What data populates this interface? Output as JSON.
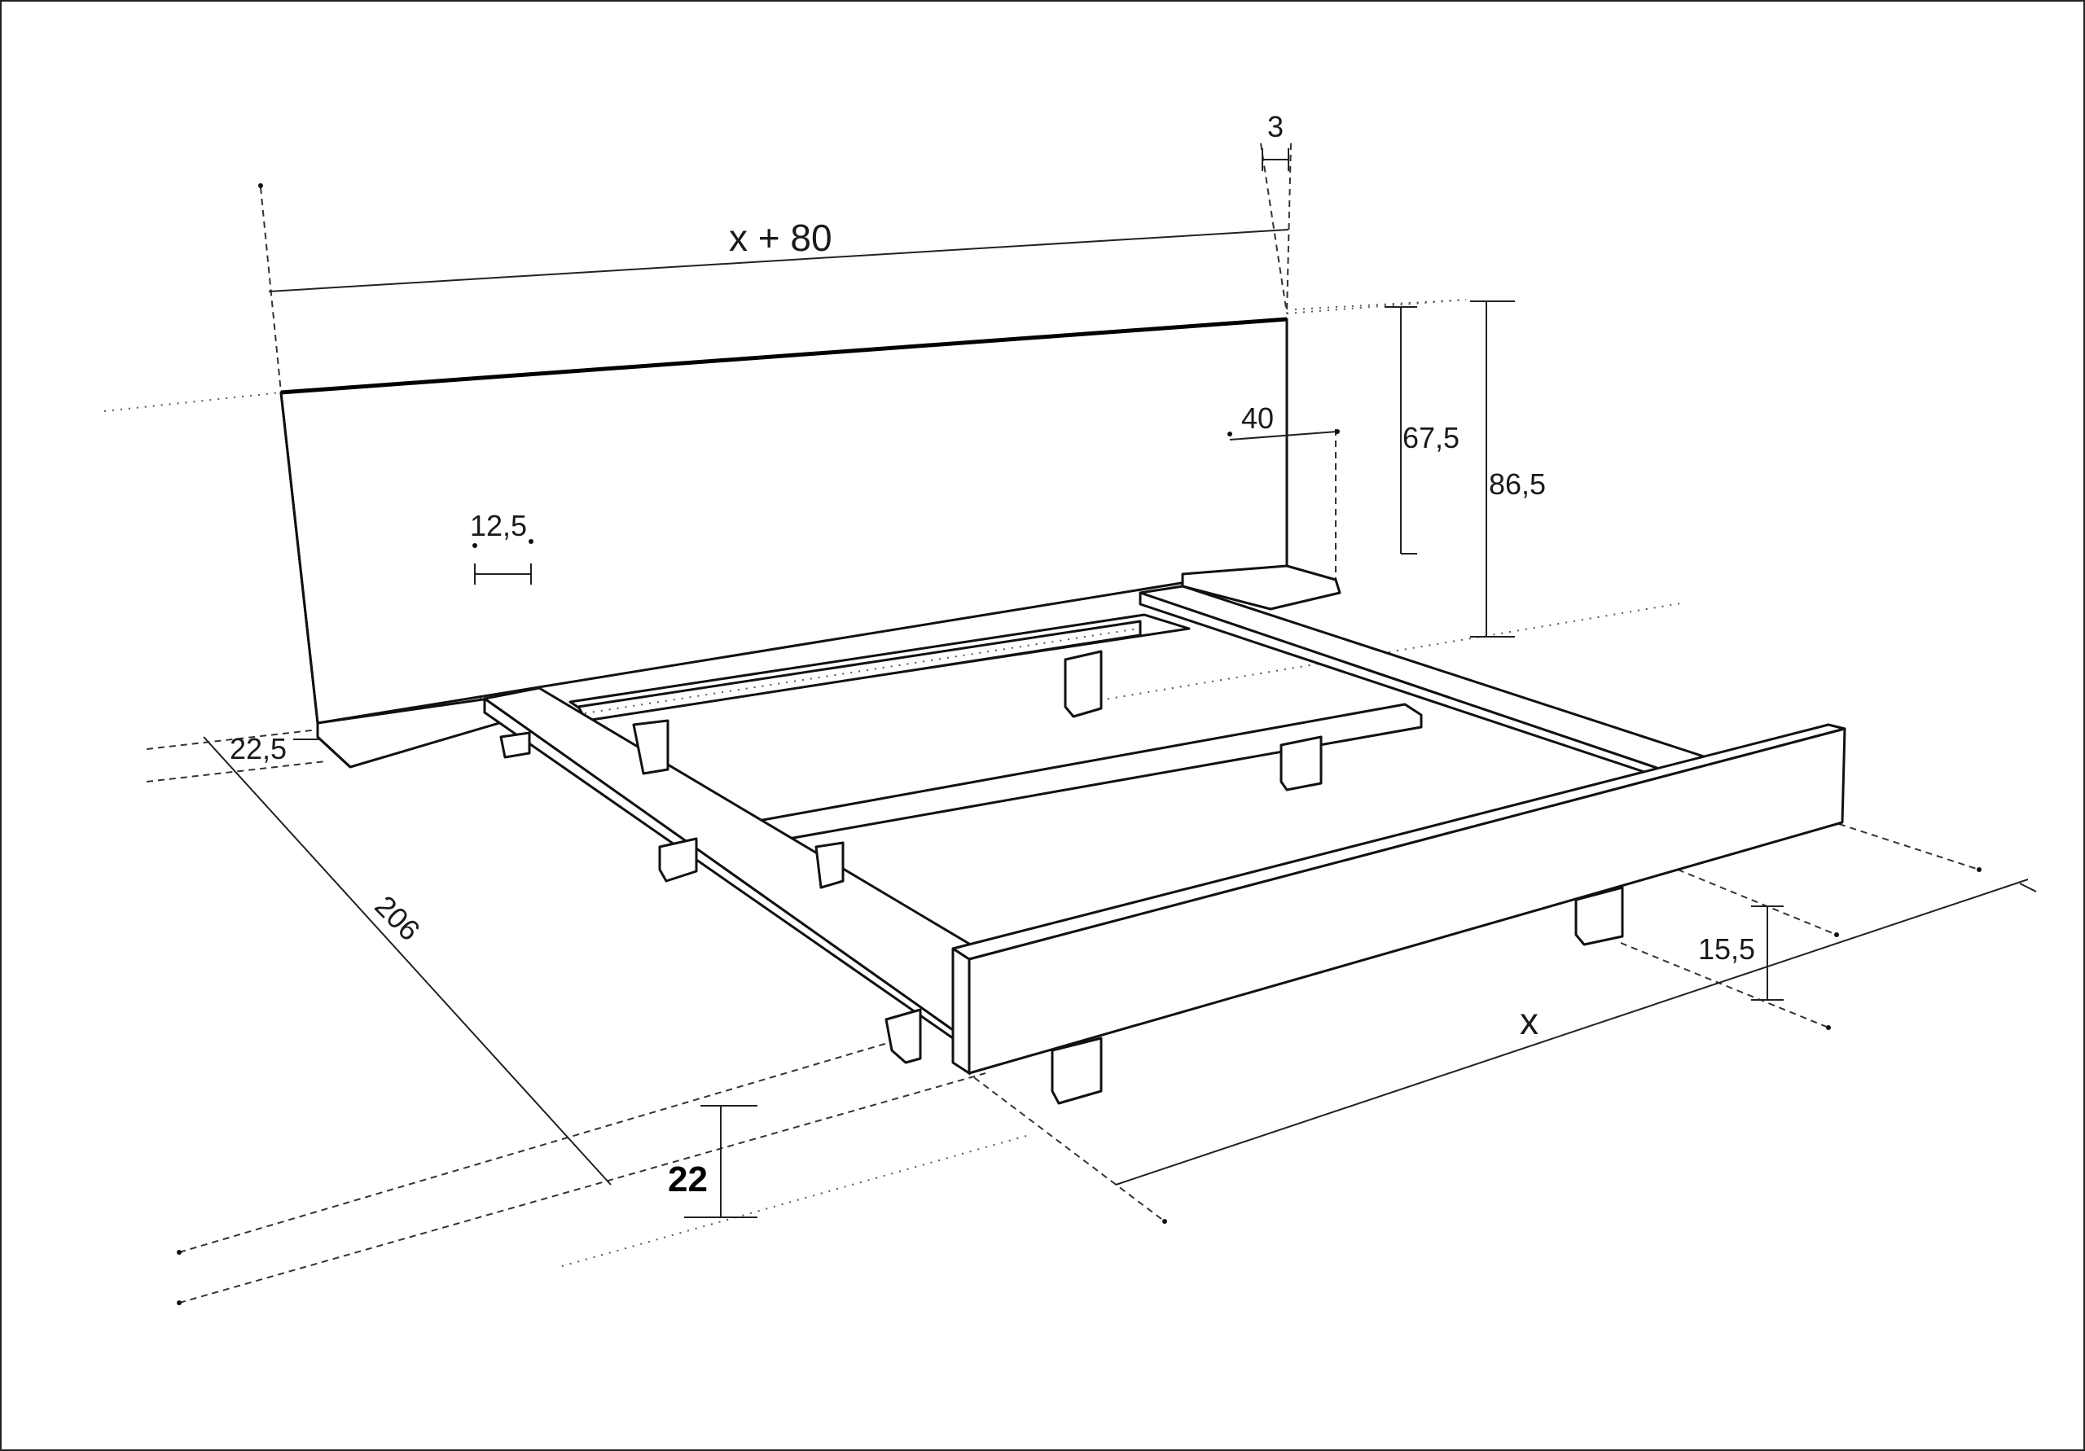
{
  "diagram": {
    "labels": {
      "headboard_width": "x + 80",
      "headboard_thickness": "3",
      "headboard_height": "67,5",
      "total_height": "86,5",
      "shelf_width": "40",
      "side_rail_width": "12,5",
      "shelf_depth": "22,5",
      "bed_length": "206",
      "bed_width": "x",
      "footboard_height": "15,5",
      "floor_clearance": "22"
    }
  }
}
